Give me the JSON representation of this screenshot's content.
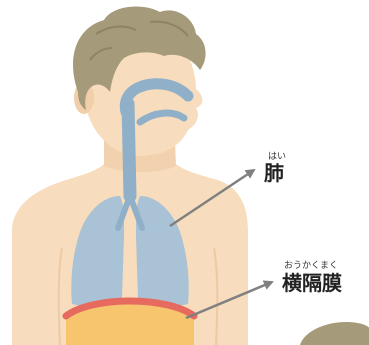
{
  "labels": {
    "lung": {
      "reading": "はい",
      "term": "肺"
    },
    "diaphragm": {
      "reading": "おうかくまく",
      "term": "横隔膜"
    }
  },
  "colors": {
    "background": "#ffffff",
    "skin": "#f7dcbd",
    "skin_shadow": "#eccaa4",
    "hair": "#a59a7a",
    "hair_dark": "#8e8366",
    "airway": "#8fb0c8",
    "lung": "#a9c2d6",
    "diaphragm_band": "#e66a5e",
    "abdomen": "#f6c56e",
    "arrow": "#808080",
    "text": "#222222"
  },
  "icons": {
    "lung_arrow": "arrow-right-icon",
    "diaphragm_arrow": "arrow-right-icon"
  }
}
